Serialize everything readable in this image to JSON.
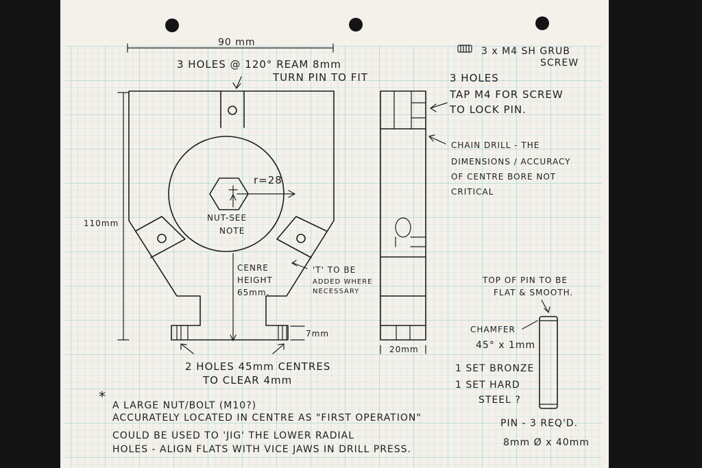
{
  "sheet": {
    "paper_color": "#f4f1ea",
    "grid_color": "#9fd0d6",
    "ink_color": "#1c1c1c",
    "background_color": "#141414"
  },
  "front_view": {
    "width_dim": "90 mm",
    "height_dim": "110mm",
    "top_note_line1": "3 HOLES @ 120° REAM 8mm",
    "top_note_line2": "TURN PIN TO FIT",
    "radius_label": "r=28",
    "nut_note_line1": "NUT-SEE",
    "nut_note_line2": "NOTE",
    "centre_line1": "CENRE",
    "centre_line2": "HEIGHT",
    "centre_line3": "65mm.",
    "tee_line1": "'T' TO BE",
    "tee_line2": "ADDED WHERE",
    "tee_line3": "NECESSARY",
    "base_dim": "7mm",
    "holes_line1": "2 HOLES 45mm CENTRES",
    "holes_line2": "TO CLEAR 4mm"
  },
  "side_view": {
    "width_dim": "20mm",
    "tap_line1": "3 HOLES",
    "tap_line2": "TAP M4 FOR SCREW",
    "tap_line3": "TO LOCK PIN.",
    "chain_line1": "CHAIN DRILL - THE",
    "chain_line2": "DIMENSIONS / ACCURACY",
    "chain_line3": "OF CENTRE BORE NOT",
    "chain_line4": "CRITICAL"
  },
  "grub_screw": {
    "line1": "3 x M4 SH GRUB",
    "line2": "SCREW",
    "icon": "grub-screw-icon"
  },
  "pin": {
    "top_line1": "TOP OF PIN TO BE",
    "top_line2": "FLAT & SMOOTH.",
    "chamfer_line1": "CHAMFER",
    "chamfer_line2": "45° x 1mm",
    "bronze": "1 SET BRONZE",
    "steel_line1": "1 SET HARD",
    "steel_line2": "STEEL ?",
    "req_line": "PIN - 3 REQ'D.",
    "size_line": "8mm Ø x 40mm"
  },
  "footnote": {
    "star": "*",
    "line1": "A LARGE NUT/BOLT   (M10?)",
    "line2": "ACCURATELY LOCATED IN CENTRE AS \"FIRST OPERATION\"",
    "line3": "COULD BE USED TO 'JIG'  THE LOWER RADIAL",
    "line4": "HOLES - ALIGN FLATS WITH VICE JAWS IN DRILL PRESS."
  }
}
